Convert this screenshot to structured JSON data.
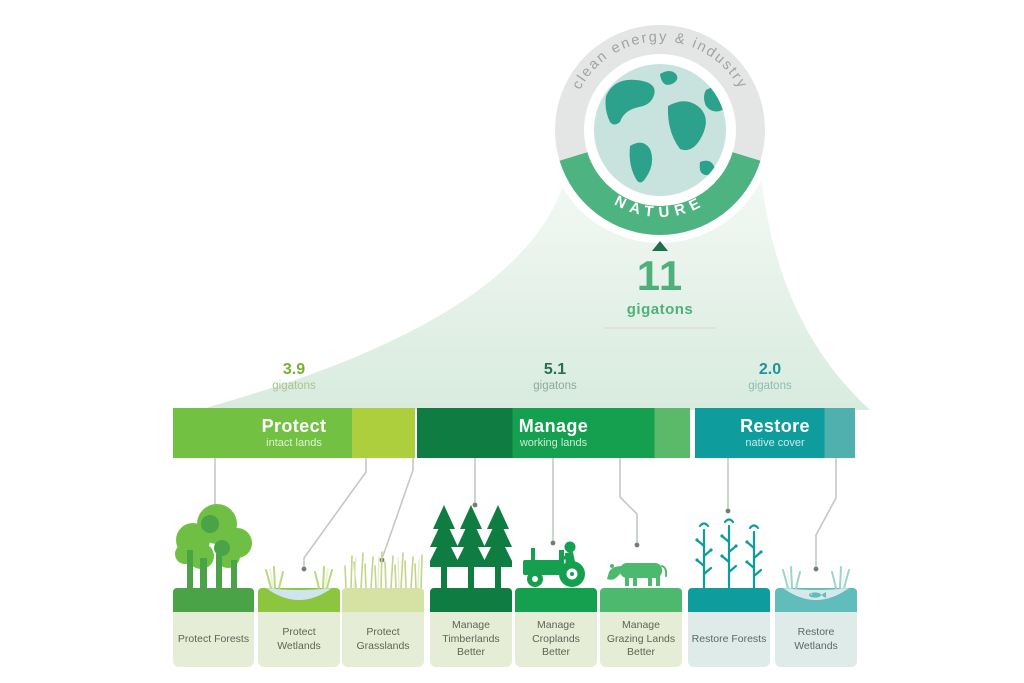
{
  "header": {
    "ring_label": "clean energy & industry",
    "nature_label": "NATURE",
    "total_value": "11",
    "total_unit": "gigatons"
  },
  "categories": [
    {
      "value": "3.9",
      "unit": "gigatons",
      "title": "Protect",
      "subtitle": "intact lands",
      "color": "#72c142",
      "color_light": "#adce3d"
    },
    {
      "value": "5.1",
      "unit": "gigatons",
      "title": "Manage",
      "subtitle": "working lands",
      "color_dark": "#0f7d41",
      "color": "#14a04e",
      "color_light": "#5bb96a"
    },
    {
      "value": "2.0",
      "unit": "gigatons",
      "title": "Restore",
      "subtitle": "native cover",
      "color": "#0e9c9c",
      "color_light": "#4fb0ad"
    }
  ],
  "solutions": [
    {
      "label": "Protect Forests",
      "icon": "broadleaf-trees-icon",
      "group": "protect"
    },
    {
      "label": "Protect Wetlands",
      "icon": "wetland-icon",
      "group": "protect"
    },
    {
      "label": "Protect Grasslands",
      "icon": "grassland-icon",
      "group": "protect"
    },
    {
      "label": "Manage Timberlands Better",
      "icon": "conifer-trees-icon",
      "group": "manage"
    },
    {
      "label": "Manage Croplands Better",
      "icon": "tractor-icon",
      "group": "manage"
    },
    {
      "label": "Manage Grazing Lands Better",
      "icon": "cow-icon",
      "group": "manage"
    },
    {
      "label": "Restore Forests",
      "icon": "saplings-icon",
      "group": "restore"
    },
    {
      "label": "Restore Wetlands",
      "icon": "wetland-fish-icon",
      "group": "restore"
    }
  ],
  "colors": {
    "funnel_top": "#f4f9f5",
    "funnel_bottom": "#d8ebde",
    "ring_gray": "#e4e6e6",
    "nature_arc": "#4cb381",
    "globe_ocean": "#c8e3dd",
    "globe_land": "#2ca18c",
    "total_green": "#4fb07c",
    "total_arrow": "#1e6f4b",
    "connector_line": "#c2cac2",
    "connector_dot": "#6f806f"
  }
}
